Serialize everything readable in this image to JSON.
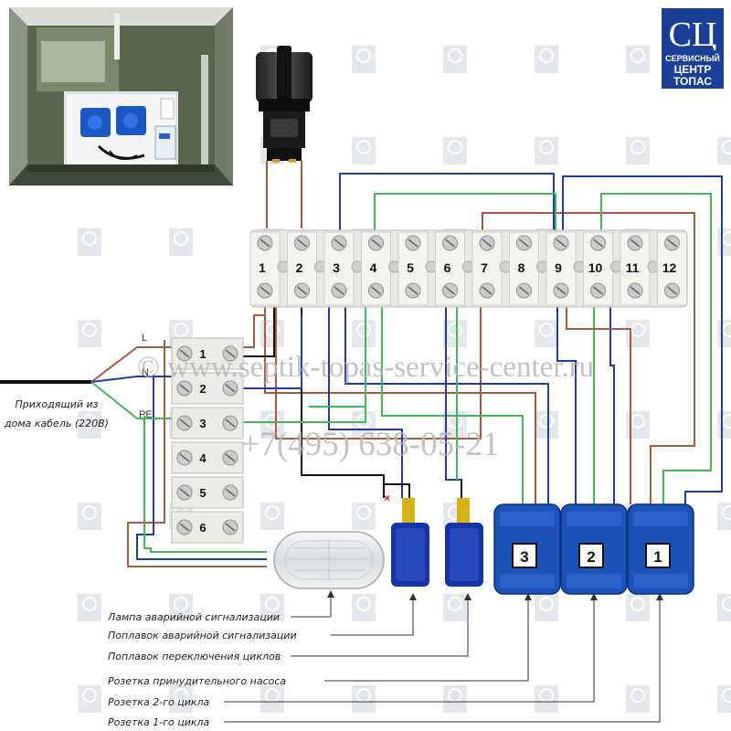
{
  "logo": {
    "letters": "СЦ",
    "line1": "СЕРВИСНЫЙ",
    "line2": "ЦЕНТР",
    "line3": "ТОПАС"
  },
  "watermark": {
    "url": "© www.septik-topas-service-center.ru",
    "phone": "+7(495) 638-05-21"
  },
  "terminal_block": {
    "numbers": [
      "1",
      "2",
      "3",
      "4",
      "5",
      "6",
      "7",
      "8",
      "9",
      "10",
      "11",
      "12"
    ]
  },
  "input_block": {
    "numbers": [
      "1",
      "2",
      "3",
      "4",
      "5",
      "6"
    ]
  },
  "input_cable": {
    "wire_labels": [
      "L",
      "N",
      "PE"
    ],
    "caption": [
      "Приходящий из",
      "дома кабель (220В)"
    ]
  },
  "sockets": [
    "3",
    "2",
    "1"
  ],
  "captions": [
    "Лампа аварийной сигнализации",
    "Поплавок аварийной сигнализации",
    "Поплавок переключения циклов",
    "Розетка принудительного насоса",
    "Розетка 2-го цикла",
    "Розетка 1-го цикла"
  ],
  "colors": {
    "brown": "#b0563a",
    "blue": "#1f3bb0",
    "green": "#3fba55",
    "black": "#111111",
    "socket": "#1d52b8",
    "logo_blue": "#1b3f96"
  }
}
